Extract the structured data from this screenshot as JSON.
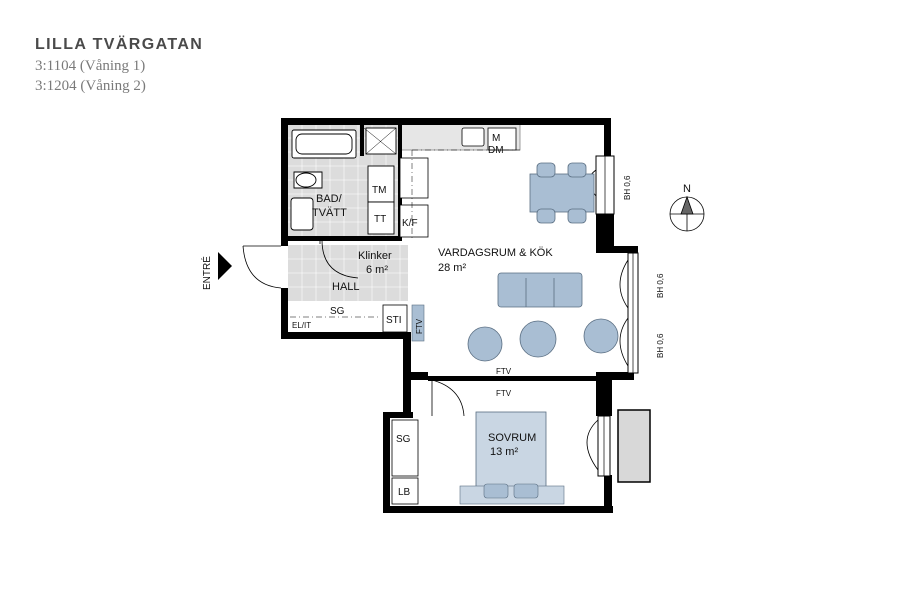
{
  "header": {
    "title": "LILLA TVÄRGATAN",
    "units": [
      "3:1104 (Våning 1)",
      "3:1204 (Våning 2)"
    ]
  },
  "rooms": {
    "bath": [
      "BAD/",
      "TVÄTT"
    ],
    "hall": "HALL",
    "klinker": [
      "Klinker",
      "6 m²"
    ],
    "living": [
      "VARDAGSRUM & KÖK",
      "28 m²"
    ],
    "bedroom": [
      "SOVRUM",
      "13 m²"
    ]
  },
  "labels": {
    "entrance": "ENTRÉ",
    "tm": "TM",
    "tt": "TT",
    "kf": "K/F",
    "m": "M",
    "dm": "DM",
    "sg_hall": "SG",
    "elit": "EL/IT",
    "sti": "STI",
    "ftv_vertical": "FTV",
    "ftv_top": "FTV",
    "ftv_bottom": "FTV",
    "sg_bedroom": "SG",
    "lb": "LB",
    "bh1": "BH 0,6",
    "bh2": "BH 0,6",
    "bh3": "BH 0,6",
    "north": "N"
  },
  "colors": {
    "wall": "#000000",
    "furniture": "#a9bed3",
    "furniture_stroke": "#5a6e82",
    "tile": "#dcdcdc",
    "text": "#111111"
  }
}
